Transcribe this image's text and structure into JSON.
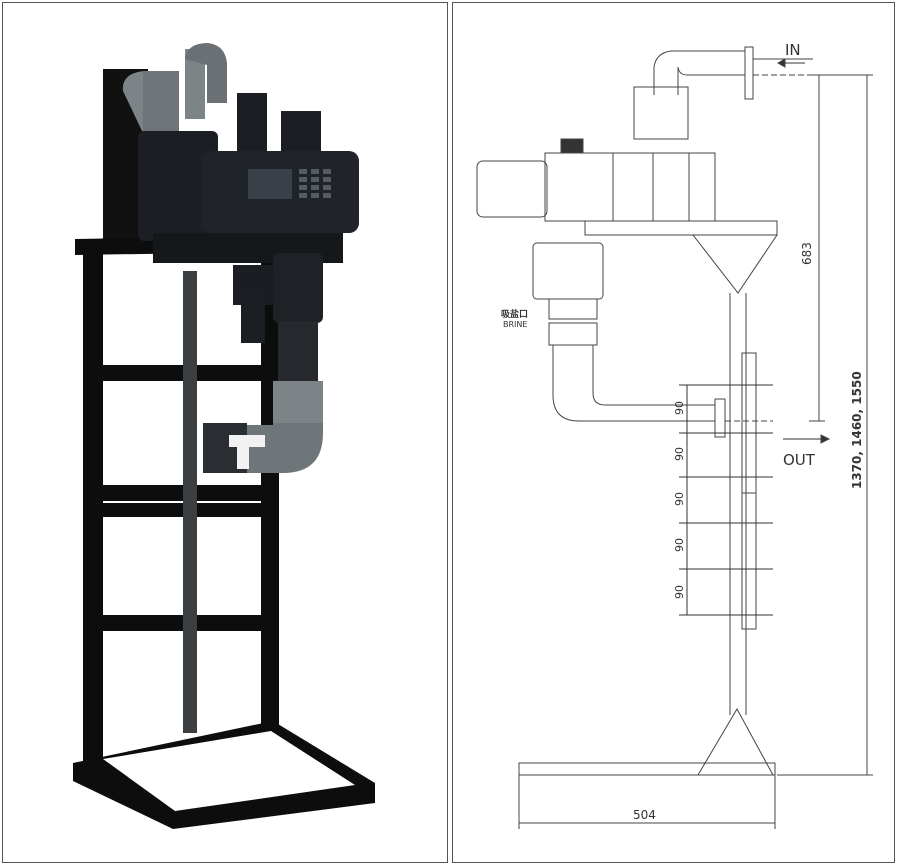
{
  "photo": {
    "colors": {
      "frame": "#0d0d0d",
      "pipe_grey": "#7d8488",
      "valve_body": "#1b1e22",
      "lcd": "#3a4048",
      "tap": "#f2f2f2"
    },
    "controller_keys": 12
  },
  "drawing": {
    "inlet_label": "IN",
    "outlet_label": "OUT",
    "brine_label_cn": "吸盐口",
    "brine_label_en": "BRINE",
    "dim_683": "683",
    "dim_height": "1370, 1460, 1550",
    "dim_width": "504",
    "dim_spacing": [
      "90",
      "90",
      "90",
      "90",
      "90"
    ]
  }
}
